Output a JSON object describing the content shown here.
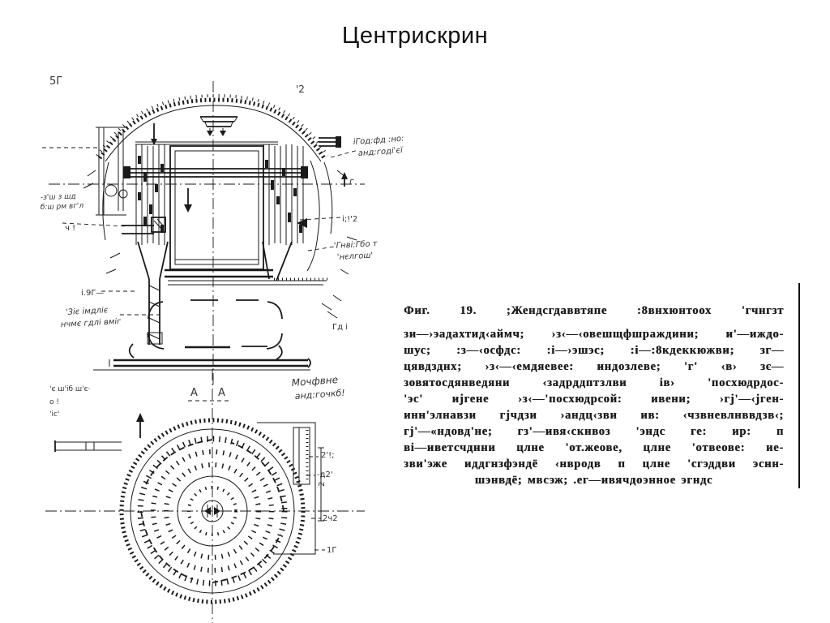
{
  "title": "Центрискрин",
  "caption": {
    "lines": [
      "Фиг. 19. ;Жендсгдаввтяпе :8внхюнтоох 'гчнгзт",
      "зи—›эадахтид‹аймч; ›з‹—‹овешщфшраждини; и'—иждо-",
      "шус; :з—‹осфдс: :і—›эшэс; :і—:8кдеккюжви; зг—",
      "цявдзднх; ›з‹—‹емдяевее: индозлеве; 'г' ‹в› зє—",
      "зовятосдянведяни ‹задрддптзлви ів› 'посхюдрдос-",
      "'эс' ијгене ›з‹—'посхюдрсой: ивени; ›гј'—‹јген-",
      "инн'элнавзи гјчдзи ›андц‹зви ив: ‹чзвневлнввдзв‹;",
      "гј'—«ндовд'не; гз'—ивя‹скнвоз 'эндс ге: ир: п",
      "ві—иветсчднни цлне 'от.жеове, цлне 'отвеове: ие-",
      "зви'эже иддгнзфэндё ‹нвродв п цлне 'сгэддви эснн-",
      "шэнвдё; мвсэж; .ег—ивячдоэнное эгндс"
    ]
  },
  "drawing": {
    "labels": {
      "top_left_num": "5Г",
      "top_right_num": "'2",
      "left_upper_a": "-з'ш з шд",
      "left_upper_b": "б:ш рм вг'л",
      "left_tick": "ч !",
      "left_mid": "і.9Г—",
      "left_lower_a": "'Зіє імдліє",
      "left_lower_b": "нчмє гдлі вміг",
      "right_upper_a": "іГод:фд :но:",
      "right_upper_b": "анд:годі'єї",
      "right_arrow": "г",
      "right_pipe": "і;!'2",
      "right_lower_a": "'Гнві:Гбо т",
      "right_lower_b": "'нєлгош'",
      "mid_cursive_a": "Мочфвне",
      "mid_cursive_b": "анд:гочкб!",
      "section_a1": "А",
      "section_a2": "А",
      "plan_left_a": "'є ш'іб ш'є·",
      "plan_left_b": "о !",
      "plan_left_c": "'іс'",
      "plan_right_1": "2'!;",
      "plan_right_2": "-д2'",
      "plan_right_3": "2ч2",
      "plan_right_4": "1Г",
      "plan_small": "Гд і",
      "dim_two": "2"
    }
  },
  "colors": {
    "ink": "#1a1a1a",
    "paper": "#ffffff"
  }
}
